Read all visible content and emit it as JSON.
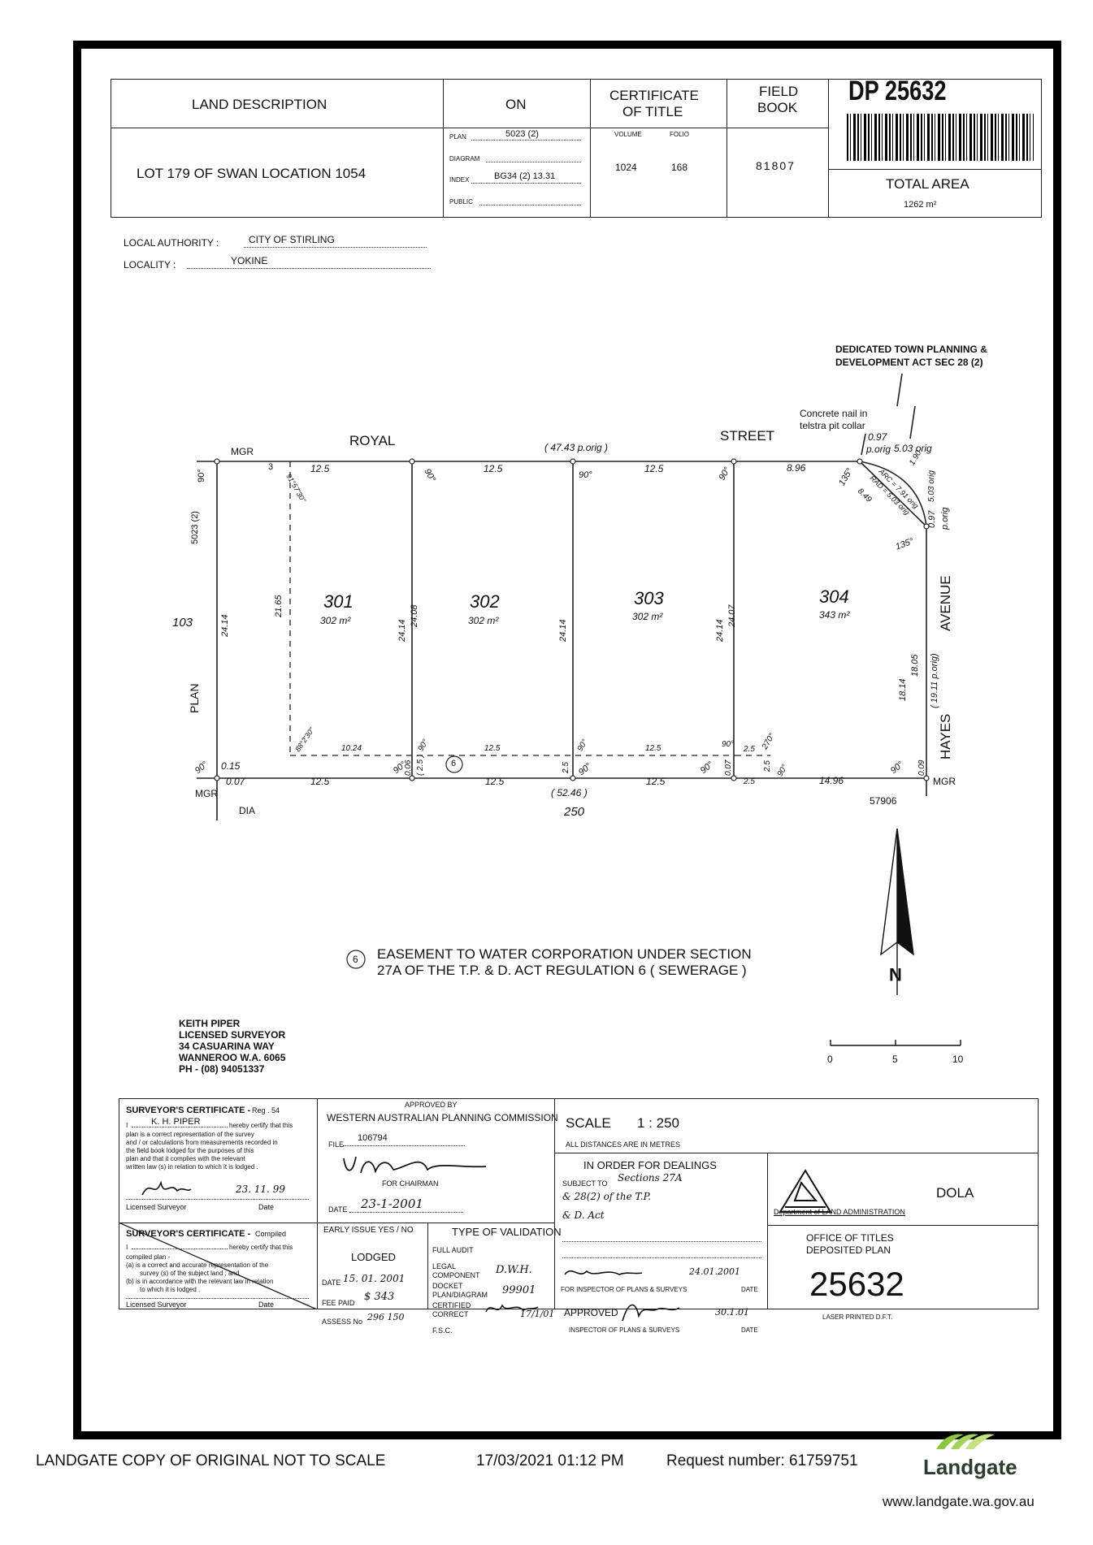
{
  "header": {
    "land_description_label": "LAND DESCRIPTION",
    "on_label": "ON",
    "certificate_label_1": "CERTIFICATE",
    "certificate_label_2": "OF TITLE",
    "field_book_label_1": "FIELD",
    "field_book_label_2": "BOOK",
    "dp_number": "DP 25632",
    "lot_description": "LOT 179 OF SWAN LOCATION 1054",
    "plan_label": "PLAN",
    "plan_value": "5023 (2)",
    "diagram_label": "DIAGRAM",
    "index_label": "INDEX",
    "index_value": "BG34 (2) 13.31",
    "public_label": "PUBLIC",
    "volume_label": "VOLUME",
    "folio_label": "FOLIO",
    "volume_value": "1024",
    "folio_value": "168",
    "field_book_value": "81807",
    "total_area_label": "TOTAL AREA",
    "total_area_value": "1262 m²",
    "local_authority_label": "LOCAL AUTHORITY :",
    "local_authority_value": "CITY OF STIRLING",
    "locality_label": "LOCALITY :",
    "locality_value": "YOKINE"
  },
  "plan": {
    "dedicated_1": "DEDICATED TOWN PLANNING &",
    "dedicated_2": "DEVELOPMENT ACT SEC 28 (2)",
    "nail_1": "Concrete nail in",
    "nail_2": "telstra pit collar",
    "street_royal": "ROYAL",
    "street_street": "STREET",
    "avenue": "AVENUE",
    "hayes": "HAYES",
    "plan_word": "PLAN",
    "plan_5023": "5023 (2)",
    "lot_103": "103",
    "dia": "DIA",
    "num_250": "250",
    "num_57906": "57906",
    "mgr": "MGR",
    "top_total": "( 47.43 p.orig )",
    "bottom_total": "( 52.46 )",
    "lots": [
      {
        "number": "301",
        "area": "302 m²"
      },
      {
        "number": "302",
        "area": "302 m²"
      },
      {
        "number": "303",
        "area": "302 m²"
      },
      {
        "number": "304",
        "area": "343 m²"
      }
    ],
    "dims": {
      "d12_5": "12.5",
      "d3": "3",
      "d8_96": "8.96",
      "d0_97": "0.97",
      "p_orig": "p.orig",
      "d5_03_orig": "5.03 orig",
      "arc": "ARC = 7.91 orig",
      "rad": "RAD = 5.03 orig",
      "d8_49": "8.49",
      "d1_90": "1.90",
      "d5_03": "5.03 orig",
      "d19_11": "( 19.11 p.orig)",
      "d18_14": "18.14",
      "d18_05": "18.05",
      "d24_14": "24.14",
      "d24_08": "24.08",
      "d24_07": "24.07",
      "d21_65": "21.65",
      "d10_24": "10.24",
      "d2_5": "2.5",
      "d2_5p": "( 2.5 )",
      "d14_96": "14.96",
      "d0_15": "0.15",
      "d0_07": "0.07",
      "d0_06": "0.06",
      "d0_09": "0.09",
      "deg90": "90°",
      "deg135": "135°",
      "deg270": "270°",
      "angle1": "91°57'30\"",
      "angle2": "88°2'30\""
    },
    "easement_number": "6",
    "easement_1": "EASEMENT TO WATER CORPORATION UNDER SECTION",
    "easement_2": "27A OF THE T.P. & D. ACT REGULATION 6 ( SEWERAGE )",
    "north_label": "N",
    "scale_0": "0",
    "scale_5": "5",
    "scale_10": "10"
  },
  "surveyor": {
    "name": "KEITH PIPER",
    "title": "LICENSED SURVEYOR",
    "address_1": "34 CASUARINA WAY",
    "address_2": "WANNEROO W.A. 6065",
    "phone": "PH - (08) 94051337"
  },
  "certificates": {
    "cert1_title": "SURVEYOR'S CERTIFICATE -",
    "cert1_reg": "Reg . 54",
    "cert1_i": "I",
    "cert1_name": "K. H. PIPER",
    "cert1_text_1": "hereby certify that this",
    "cert1_text_2": "plan is a correct representation of the survey",
    "cert1_text_3": "and / or calculations from measurements recorded in",
    "cert1_text_4": "the field book lodged for the purposes of this",
    "cert1_text_5": "plan and that it complies with the relevant",
    "cert1_text_6": "written law (s) in relation to which it is lodged .",
    "cert1_date_value": "23. 11. 99",
    "licensed_surveyor": "Licensed Surveyor",
    "date_label": "Date",
    "cert2_title": "SURVEYOR'S CERTIFICATE -",
    "cert2_compiled": "Compiled",
    "cert2_text_1": "hereby certify that this",
    "cert2_text_2": "compiled plan -",
    "cert2_text_3": "(a)  is a correct and accurate representation of the",
    "cert2_text_4": "survey (s) of the subject land ; and",
    "cert2_text_5": "(b)  is in accordance with the relevant law in relation",
    "cert2_text_6": "to which it is lodged .",
    "approved_by": "APPROVED BY",
    "wapc": "WESTERN AUSTRALIAN PLANNING COMMISSION",
    "file_label": "FILE",
    "file_value": "106794",
    "for_chairman": "FOR CHAIRMAN",
    "wapc_date_label": "DATE",
    "wapc_date_value": "23-1-2001",
    "scale_label": "SCALE",
    "scale_value": "1 : 250",
    "all_distances": "ALL DISTANCES ARE IN METRES",
    "early_issue": "EARLY ISSUE  YES / NO",
    "lodged": "LODGED",
    "lodged_date_label": "DATE",
    "lodged_date_value": "15. 01. 2001",
    "fee_paid_label": "FEE PAID",
    "fee_paid_value": "$ 343",
    "assess_label": "ASSESS No",
    "assess_value": "296 150",
    "type_validation": "TYPE OF VALIDATION",
    "full_audit": "FULL AUDIT",
    "legal_component_1": "LEGAL",
    "legal_component_2": "COMPONENT",
    "legal_component_value": "D.W.H.",
    "docket_1": "DOCKET",
    "docket_2": "PLAN/DIAGRAM",
    "docket_value": "99901",
    "certified_1": "CERTIFIED",
    "certified_2": "CORRECT",
    "certified_date": "17/1/01",
    "fsc": "F.S.C.",
    "in_order": "IN ORDER FOR DEALINGS",
    "subject_to": "SUBJECT TO",
    "subject_hand_1": "Sections 27A",
    "subject_hand_2": "& 28(2) of the T.P.",
    "subject_hand_3": "& D. Act",
    "inspector_date_value": "24.01.2001",
    "for_inspector": "FOR INSPECTOR OF PLANS & SURVEYS",
    "inspector_date": "DATE",
    "approved": "APPROVED",
    "approved_date_value": "30.1.01",
    "inspector": "INSPECTOR OF PLANS & SURVEYS",
    "dola": "DOLA",
    "dola_full": "Department of LAND ADMINISTRATION",
    "office_1": "OFFICE OF TITLES",
    "office_2": "DEPOSITED    PLAN",
    "office_number": "25632",
    "laser": "LASER PRINTED     D.F.T."
  },
  "footer": {
    "text": "LANDGATE COPY OF ORIGINAL NOT TO SCALE",
    "datetime": "17/03/2021 01:12 PM",
    "request": "Request number: 61759751",
    "brand": "Landgate",
    "url": "www.landgate.wa.gov.au"
  }
}
